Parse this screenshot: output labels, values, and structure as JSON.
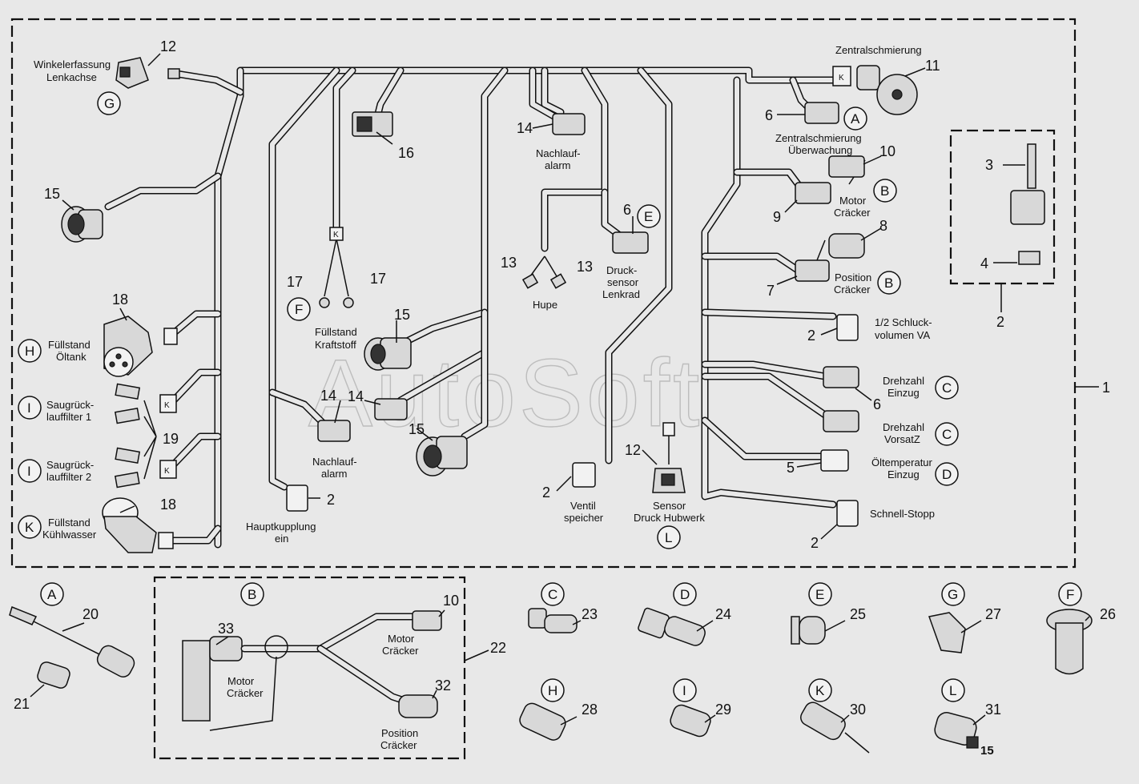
{
  "watermark": "AutoSoft",
  "callouts": {
    "n1": "1",
    "n2": "2",
    "n3": "3",
    "n4": "4",
    "n5": "5",
    "n6": "6",
    "n7": "7",
    "n8": "8",
    "n9": "9",
    "n10": "10",
    "n11": "11",
    "n12": "12",
    "n13": "13",
    "n14": "14",
    "n15": "15",
    "n16": "16",
    "n17": "17",
    "n18": "18",
    "n19": "19",
    "n20": "20",
    "n21": "21",
    "n22": "22",
    "n23": "23",
    "n24": "24",
    "n25": "25",
    "n26": "26",
    "n27": "27",
    "n28": "28",
    "n29": "29",
    "n30": "30",
    "n31": "31",
    "n32": "32",
    "n33": "33"
  },
  "letters": {
    "A": "A",
    "B": "B",
    "C": "C",
    "D": "D",
    "E": "E",
    "F": "F",
    "G": "G",
    "H": "H",
    "I": "I",
    "K": "K",
    "L": "L"
  },
  "labels": {
    "winkelerfassung_1": "Winkelerfassung",
    "winkelerfassung_2": "Lenkachse",
    "zentralschmierung": "Zentralschmierung",
    "zentral_ueberwachung_1": "Zentralschmierung",
    "zentral_ueberwachung_2": "Überwachung",
    "nachlauf_top_1": "Nachlauf-",
    "nachlauf_top_2": "alarm",
    "motor_craecker_1": "Motor",
    "motor_craecker_2": "Cräcker",
    "druck_1": "Druck-",
    "druck_2": "sensor",
    "druck_3": "Lenkrad",
    "hupe": "Hupe",
    "position_1": "Position",
    "position_2": "Cräcker",
    "schluck_1": "1/2 Schluck-",
    "schluck_2": "volumen VA",
    "fuellstand_kraft_1": "Füllstand",
    "fuellstand_kraft_2": "Kraftstoff",
    "fuellstand_oel_1": "Füllstand",
    "fuellstand_oel_2": "Öltank",
    "saug1_1": "Saugrück-",
    "saug1_2": "lauffilter 1",
    "saug2_1": "Saugrück-",
    "saug2_2": "lauffilter 2",
    "fuellstand_kuehl_1": "Füllstand",
    "fuellstand_kuehl_2": "Kühlwasser",
    "drehzahl_einzug_1": "Drehzahl",
    "drehzahl_einzug_2": "Einzug",
    "drehzahl_vorsatz_1": "Drehzahl",
    "drehzahl_vorsatz_2": "VorsatZ",
    "oeltemp_1": "Öltemperatur",
    "oeltemp_2": "Einzug",
    "schnell_stopp": "Schnell-Stopp",
    "nachlauf_mid_1": "Nachlauf-",
    "nachlauf_mid_2": "alarm",
    "hauptkupplung_1": "Hauptkupplung",
    "hauptkupplung_2": "ein",
    "ventil_1": "Ventil",
    "ventil_2": "speicher",
    "sensor_hub_1": "Sensor",
    "sensor_hub_2": "Druck Hubwerk",
    "b_motor_1": "Motor",
    "b_motor_2": "Cräcker",
    "b_motor_left_1": "Motor",
    "b_motor_left_2": "Cräcker",
    "b_position_1": "Position",
    "b_position_2": "Cräcker",
    "k_mark": "K",
    "page_mark": "15"
  }
}
